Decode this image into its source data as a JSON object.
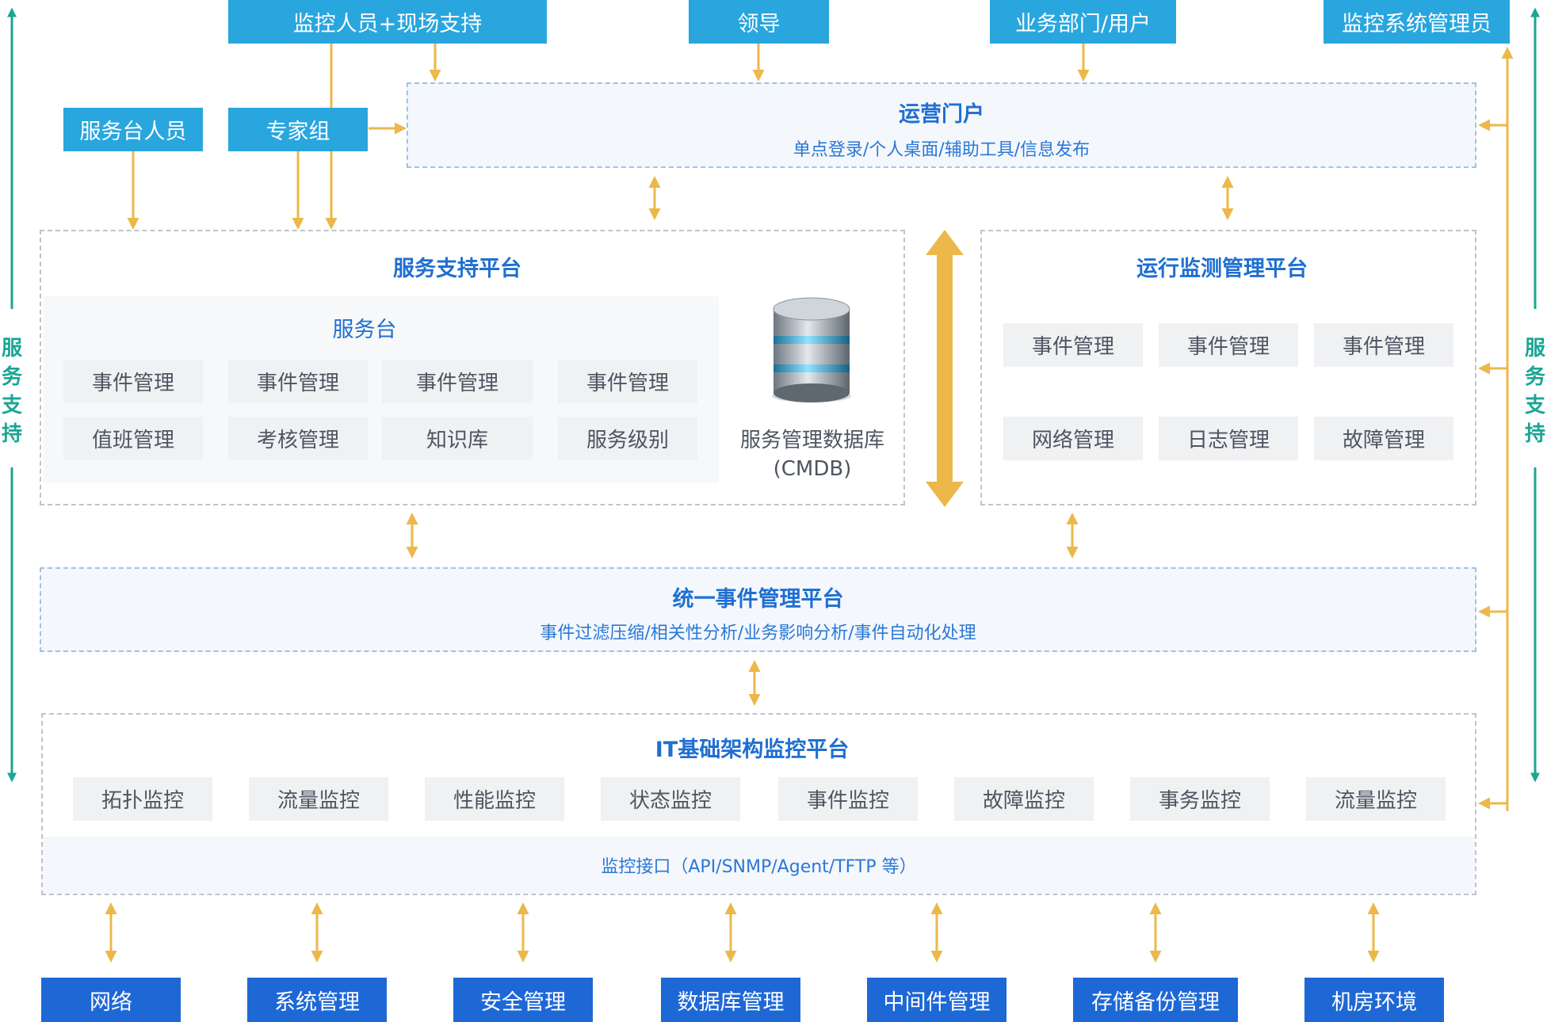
{
  "top_roles": [
    "监控人员+现场支持",
    "领导",
    "业务部门/用户",
    "监控系统管理员"
  ],
  "left_roles": [
    "服务台人员",
    "专家组"
  ],
  "portal": {
    "title": "运营门户",
    "subtitle": "单点登录/个人桌面/辅助工具/信息发布"
  },
  "service_support": {
    "title": "服务支持平台",
    "desk_title": "服务台",
    "items": [
      "事件管理",
      "事件管理",
      "事件管理",
      "事件管理",
      "值班管理",
      "考核管理",
      "知识库",
      "服务级别"
    ],
    "cmdb_line1": "服务管理数据库",
    "cmdb_line2": "(CMDB)"
  },
  "monitoring": {
    "title": "运行监测管理平台",
    "items": [
      "事件管理",
      "事件管理",
      "事件管理",
      "网络管理",
      "日志管理",
      "故障管理"
    ]
  },
  "event_platform": {
    "title": "统一事件管理平台",
    "subtitle": "事件过滤压缩/相关性分析/业务影响分析/事件自动化处理"
  },
  "infra": {
    "title": "IT基础架构监控平台",
    "items": [
      "拓扑监控",
      "流量监控",
      "性能监控",
      "状态监控",
      "事件监控",
      "故障监控",
      "事务监控",
      "流量监控"
    ],
    "interface": "监控接口（API/SNMP/Agent/TFTP 等）"
  },
  "bottom_items": [
    "网络",
    "系统管理",
    "安全管理",
    "数据库管理",
    "中间件管理",
    "存储备份管理",
    "机房环境"
  ],
  "side_labels": {
    "left": [
      "服",
      "务",
      "支",
      "持"
    ],
    "right": [
      "服",
      "务",
      "支",
      "持"
    ]
  },
  "colors": {
    "role_blue": "#29a6de",
    "bottom_blue": "#1e68d6",
    "arrow_gold": "#ecb84a",
    "side_teal": "#1ba594",
    "title_blue": "#1f6fd1"
  }
}
